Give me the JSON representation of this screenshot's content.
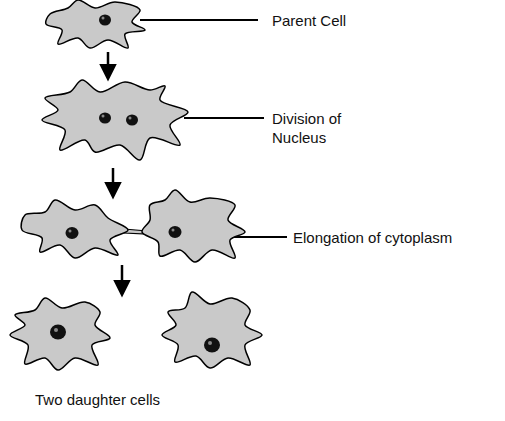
{
  "diagram": {
    "labels": [
      "Parent Cell",
      "Division of Nucleus",
      "Elongation of cytoplasm",
      "Two daughter cells"
    ]
  }
}
